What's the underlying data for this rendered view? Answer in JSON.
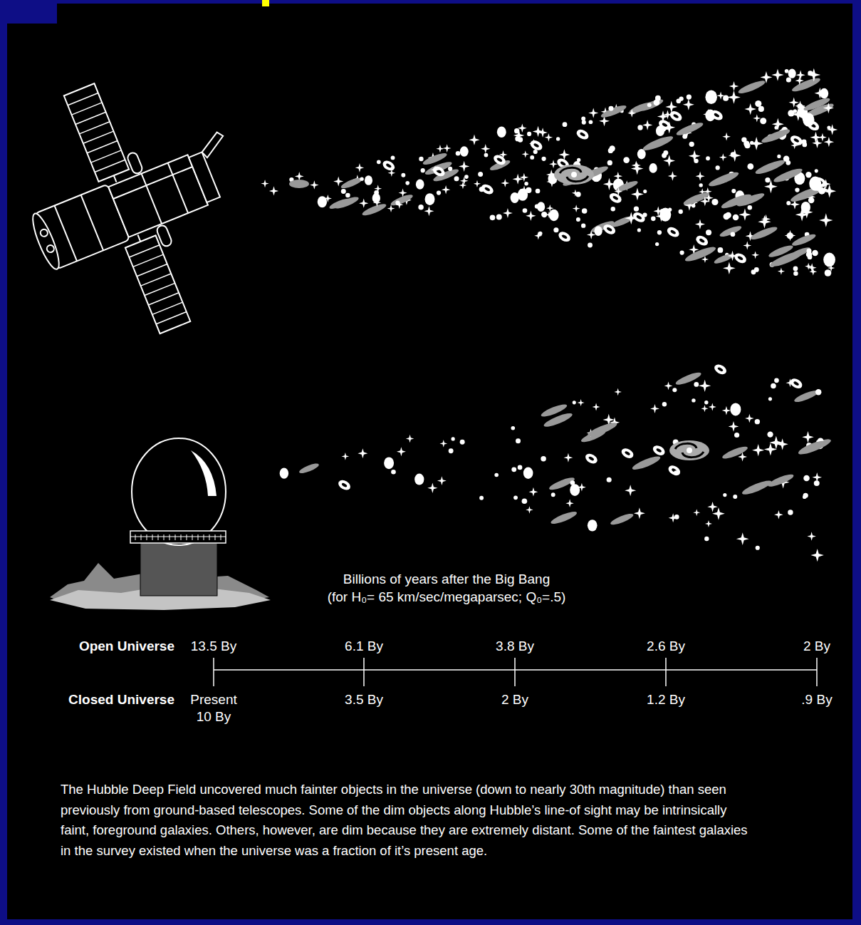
{
  "diagram": {
    "caption": "The Hubble Deep Field uncovered much fainter objects in the universe (down to nearly 30th magnitude) than seen previously from ground-based telescopes. Some of the dim objects along Hubble’s line-of sight may be intrinsically faint, foreground galaxies. Others, however, are dim because they are extremely distant. Some of the faintest galaxies in the survey existed when the universe was a fraction of it’s present age.",
    "labels": [
      "Billions of years after the Big Bang",
      "(for H₀= 65 km/sec/megaparsec; Q₀=.5)",
      "Open Universe",
      "13.5 By",
      "6.1 By",
      "3.8 By",
      "2.6 By",
      "2 By",
      "Closed Universe",
      "Present 10 By",
      "3.5 By",
      "2 By",
      "1.2 By",
      ".9 By"
    ]
  }
}
